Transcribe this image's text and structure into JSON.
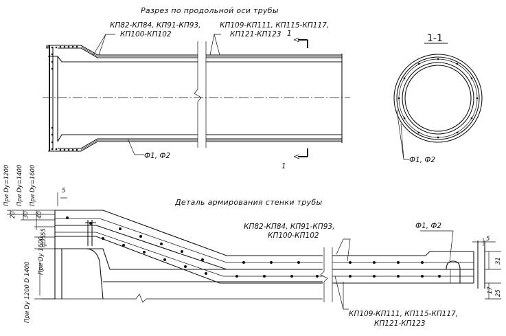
{
  "titles": {
    "longitudinal_section": "Разрез по продольной оси трубы",
    "section_mark": "1-1",
    "reinforcement_detail": "Деталь армирования стенки трубы"
  },
  "labels": {
    "top_left_line1": "КП82-КП84, КП91-КП93,",
    "top_left_line2": "КП100-КП102",
    "top_right_line1": "КП109-КП111, КП115-КП117,",
    "top_right_line2": "КП121-КП123",
    "cut_number_top": "1",
    "cut_number_bottom": "1",
    "phi_top": "Ф1, Ф2",
    "phi_circle": "Ф1, Ф2",
    "detail_top_line1": "КП82-КП84, КП91-КП93,",
    "detail_top_line2": "КП100-КП102",
    "detail_phi": "Ф1, Ф2",
    "detail_bottom_line1": "КП109-КП111, КП115-КП117,",
    "detail_bottom_line2": "КП121-КП123"
  },
  "dimensions": {
    "v_top_1": "При Dу=1200",
    "v_top_2": "При Dу=1400",
    "v_top_3": "При Dу=1600",
    "v_bottom_1": "При Dу 1200 D 1400",
    "v_bottom_2": "При Dу 1600",
    "d_5_left": "5",
    "d_20": "20",
    "d_30": "30",
    "d_40": "40",
    "d_35": "ф35",
    "d_55": "55",
    "d_5_right": "5",
    "d_31": "31",
    "d_17": "17",
    "d_25": "25"
  }
}
